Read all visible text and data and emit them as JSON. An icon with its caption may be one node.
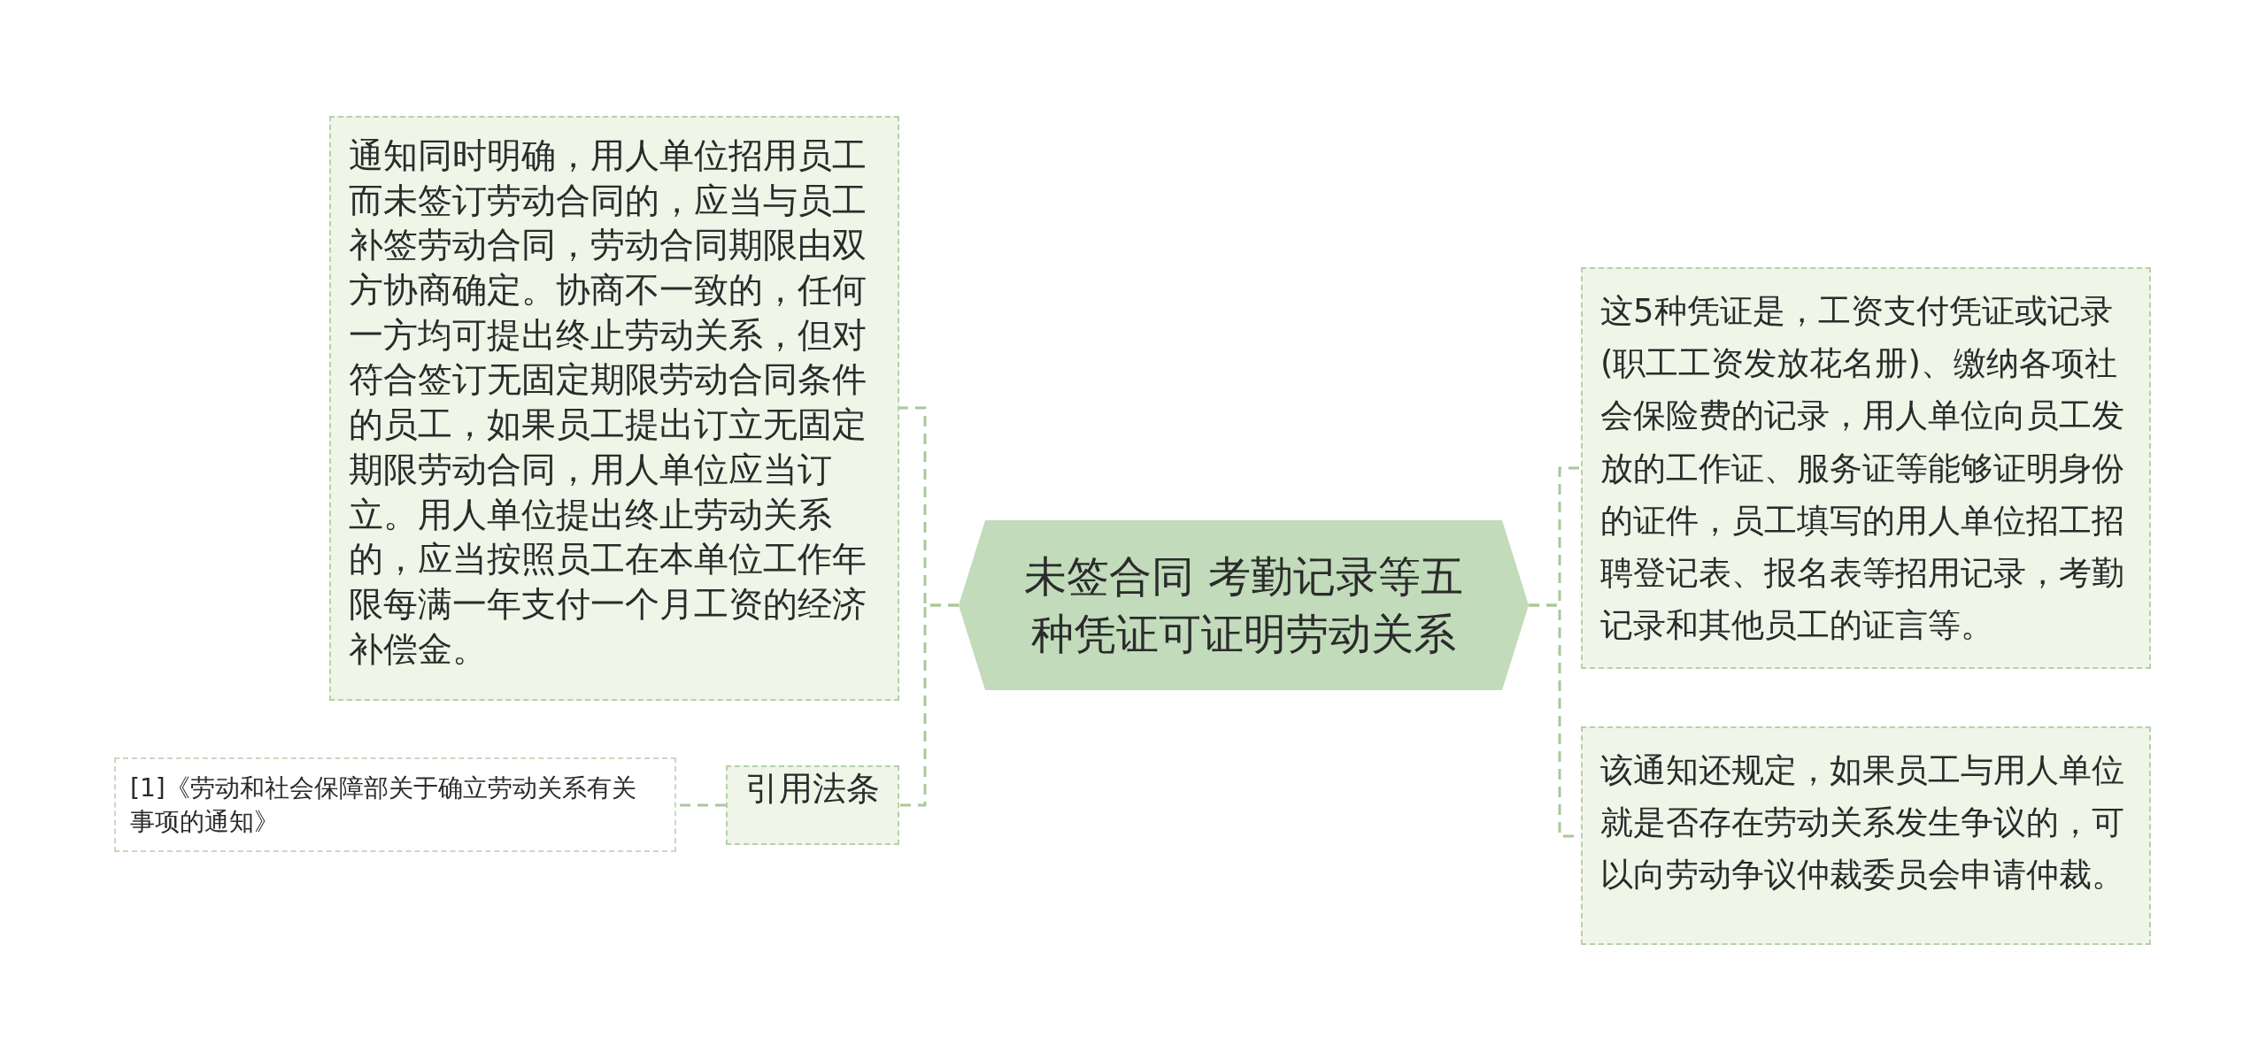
{
  "diagram": {
    "nodes": [
      {
        "text": [
          "未签合同 考勤记录等五种凭证可证明劳动关系"
        ]
      },
      {
        "text": [
          "通知同时明确，用人单位招用员工而未签订劳动合同的，应当与员工补签劳动合同，劳动合同期限由双方协商确定。协商不一致的，任何一方均可提出终止劳动关系，但对符合签订无固定期限劳动合同条件的员工，如果员工提出订立无固定期限劳动合同，用人单位应当订立。用人单位提出终止劳动关系的，应当按照员工在本单位工作年限每满一年支付一个月工资的经济补偿金。"
        ]
      },
      {
        "text": [
          "引用法条"
        ]
      },
      {
        "text": [
          "[1]《劳动和社会保障部关于确立劳动关系有关事项的通知》"
        ]
      },
      {
        "text": [
          "这5种凭证是，工资支付凭证或记录(职工工资发放花名册)、缴纳各项社会保险费的记录，用人单位向员工发放的工作证、服务证等能够证明身份的证件，员工填写的用人单位招工招聘登记表、报名表等招用记录，考勤记录和其他员工的证言等。"
        ]
      },
      {
        "text": [
          "该通知还规定，如果员工与用人单位就是否存在劳动关系发生争议的，可以向劳动争议仲裁委员会申请仲裁。"
        ]
      }
    ],
    "edges": [
      {
        "from": 0,
        "to": 1,
        "arrow": "none",
        "style": "dashed"
      },
      {
        "from": 0,
        "to": 2,
        "arrow": "none",
        "style": "dashed"
      },
      {
        "from": 2,
        "to": 3,
        "arrow": "none",
        "style": "dashed"
      },
      {
        "from": 0,
        "to": 4,
        "arrow": "none",
        "style": "dashed"
      },
      {
        "from": 0,
        "to": 5,
        "arrow": "none",
        "style": "dashed"
      }
    ]
  }
}
